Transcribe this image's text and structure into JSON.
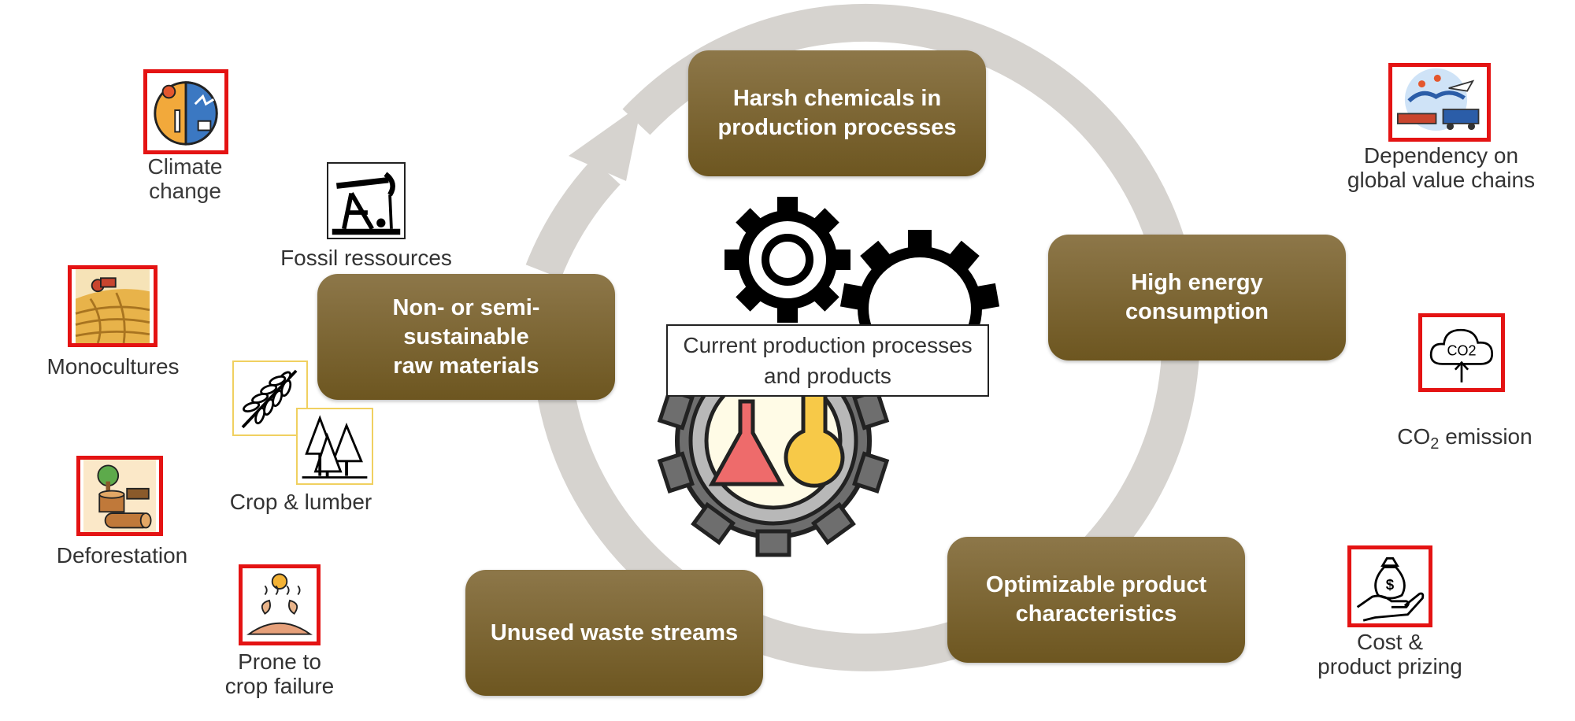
{
  "center": {
    "title": "Current production processes\nand products"
  },
  "cycle_boxes": [
    {
      "label": "Harsh chemicals in\nproduction processes"
    },
    {
      "label": "High energy\nconsumption"
    },
    {
      "label": "Optimizable product\ncharacteristics"
    },
    {
      "label": "Unused waste streams"
    },
    {
      "label": "Non- or semi-\nsustainable\nraw materials"
    }
  ],
  "side_labels": {
    "climate_change": "Climate\nchange",
    "fossil_resources": "Fossil ressources",
    "monocultures": "Monocultures",
    "crop_lumber": "Crop & lumber",
    "deforestation": "Deforestation",
    "crop_failure": "Prone to\ncrop failure",
    "global_value_chains": "Dependency on\nglobal value chains",
    "co2_prefix": "CO",
    "co2_subscript": "2",
    "co2_suffix": " emission",
    "cost_pricing": "Cost &\nproduct prizing"
  },
  "icons": {
    "climate_change": "globe-climate-icon",
    "fossil_resources": "oil-pump-icon",
    "monocultures": "farm-field-icon",
    "crop": "wheat-icon",
    "lumber": "trees-icon",
    "deforestation": "tree-stump-icon",
    "crop_failure": "drought-icon",
    "global_value_chains": "logistics-icon",
    "co2": "co2-cloud-icon",
    "cost": "money-hand-icon",
    "gears": "gears-icon",
    "flask_gear": "flask-gear-icon"
  },
  "colors": {
    "box_top": "#8d7749",
    "box_bottom": "#6d5620",
    "cycle_ring": "#d6d3cf",
    "icon_frame_red": "#e41313",
    "icon_frame_yellow": "#f0d060"
  }
}
